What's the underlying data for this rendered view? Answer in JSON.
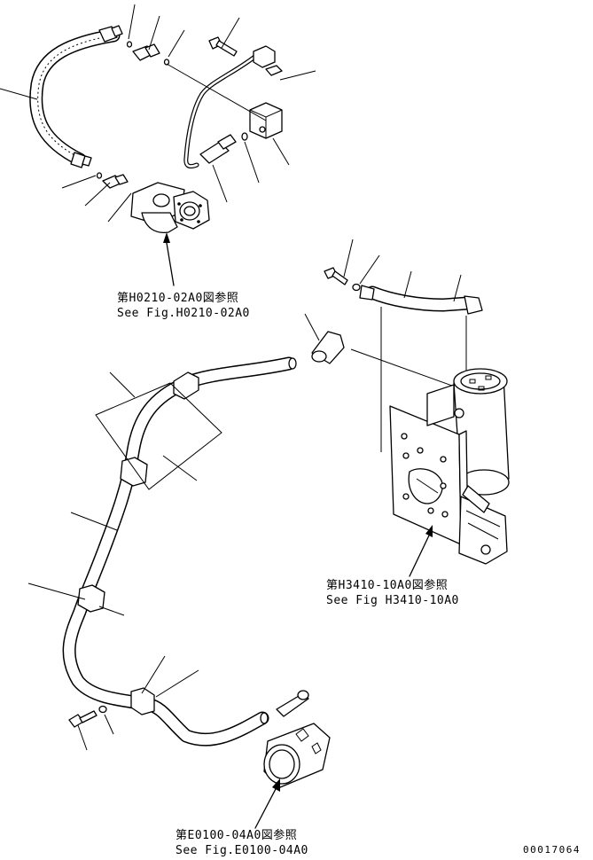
{
  "references": [
    {
      "jp": "第H0210-02A0図参照",
      "en": "See Fig.H0210-02A0"
    },
    {
      "jp": "第H3410-10A0図参照",
      "en": "See Fig H3410-10A0"
    },
    {
      "jp": "第E0100-04A0図参照",
      "en": "See Fig.E0100-04A0"
    }
  ],
  "drawing_number": "00017064",
  "colors": {
    "line": "#000000",
    "background": "#ffffff"
  }
}
